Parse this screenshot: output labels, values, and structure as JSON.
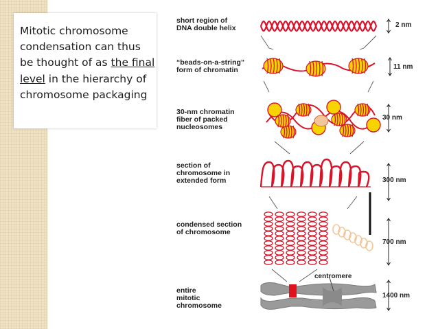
{
  "slide": {
    "text_before_underline": "Mitotic chromosome condensation can thus be thought of as ",
    "underlined_text": "the final level",
    "text_after_underline": " in the hierarchy of chromosome packaging"
  },
  "figure": {
    "levels": [
      {
        "label": "short region of\nDNA double helix",
        "size": "2 nm"
      },
      {
        "label": "“beads-on-a-string”\nform of chromatin",
        "size": "11 nm"
      },
      {
        "label": "30-nm chromatin\nfiber of packed\nnucleosomes",
        "size": "30 nm"
      },
      {
        "label": "section of\nchromosome in\nextended form",
        "size": "300 nm"
      },
      {
        "label": "condensed section\nof chromosome",
        "size": "700 nm"
      },
      {
        "label": "entire\nmitotic\nchromosome",
        "size": "1400 nm"
      }
    ],
    "centromere_label": "centromere"
  },
  "colors": {
    "dna_red": "#d8142a",
    "nucleosome_yellow": "#f7d400",
    "light_orange": "#f3c69a",
    "chromosome_gray": "#9a9a9a",
    "panel_beige": "#efe2c4"
  }
}
